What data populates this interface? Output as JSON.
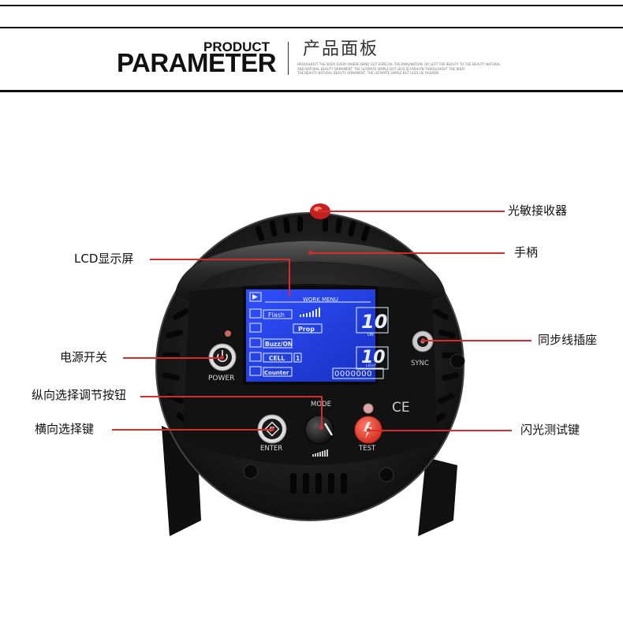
{
  "header": {
    "product_word": "PRODUCT",
    "parameter_word": "PARAMETER",
    "title_cn": "产品面板",
    "fine_print_1": "HROUGHOUT THE BODY. EVERY WHERE BEND GOT ESPECIAL THE IMAGINATION. DO LEFT THE BEAUTY TO THE BEAUTY NATURAL",
    "fine_print_2": "AND NATURAL BEAUTY ORNAMENT. THE ULTIMATE SIMPLE BUT LESS ID FASHION THROUGHOUT THE BODY",
    "fine_print_3": "THE BEAUTY NATURAL BEAUTY ORNAMENT, THE ULTIMATE SIMPLE BUT LESS LIE FASHION"
  },
  "callouts": {
    "light_receiver": "光敏接收器",
    "handle": "手柄",
    "lcd": "LCD显示屏",
    "sync_socket": "同步线插座",
    "power_switch": "电源开关",
    "vertical_select": "纵向选择调节按钮",
    "horizontal_select": "横向选择键",
    "flash_test": "闪光测试键"
  },
  "lcd": {
    "menu_title": "WORK MENU",
    "mode_flash": "Flash",
    "mode_prop": "Prop",
    "buzz": "Buzz/ON",
    "cell": "CELL",
    "cell_value": "1",
    "counter": "Counter",
    "power_value": "10",
    "on_tag": "ON",
    "light_value": "10",
    "light_tag": "LIGHT",
    "counter_value": "0000000"
  },
  "panel": {
    "power_label": "POWER",
    "sync_label": "SYNC",
    "mode_label": "MODE",
    "enter_label": "ENTER",
    "test_label": "TEST",
    "ce_mark": "CE"
  },
  "colors": {
    "accent_red": "#d92b2b",
    "lcd_blue": "#1f3fd8",
    "body_black": "#151515"
  }
}
